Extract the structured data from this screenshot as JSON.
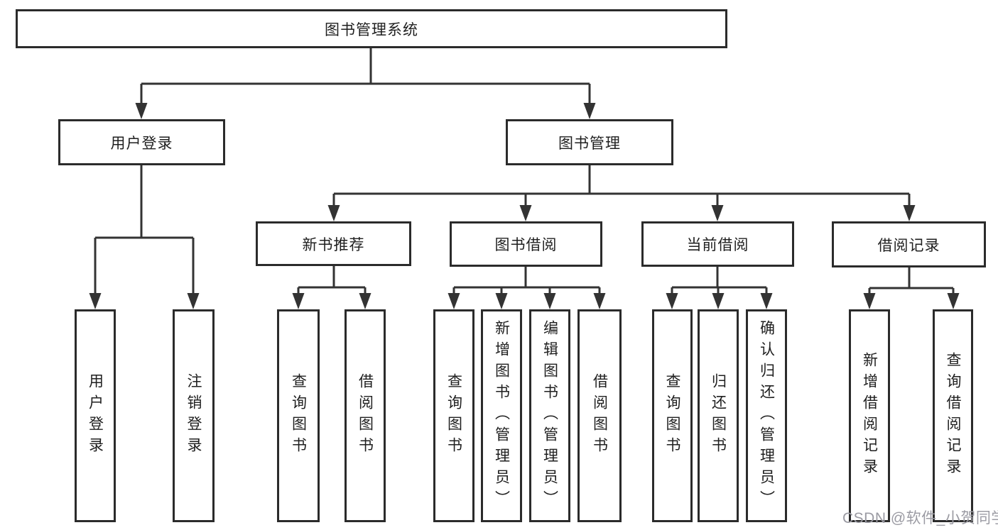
{
  "diagram": {
    "watermark": "CSDN @软件_小贺同学",
    "colors": {
      "line": "#333333",
      "box_border": "#2b2b2b",
      "text": "#1f1f1f",
      "background": "#ffffff",
      "watermark": "#9b9ba3"
    },
    "tree": {
      "label": "图书管理系统",
      "children": [
        {
          "label": "用户登录",
          "children": [
            {
              "label": "用户登录"
            },
            {
              "label": "注销登录"
            }
          ]
        },
        {
          "label": "图书管理",
          "children": [
            {
              "label": "新书推荐",
              "children": [
                {
                  "label": "查询图书"
                },
                {
                  "label": "借阅图书"
                }
              ]
            },
            {
              "label": "图书借阅",
              "children": [
                {
                  "label": "查询图书"
                },
                {
                  "label": "新增图书（管理员）"
                },
                {
                  "label": "编辑图书（管理员）"
                },
                {
                  "label": "借阅图书"
                }
              ]
            },
            {
              "label": "当前借阅",
              "children": [
                {
                  "label": "查询图书"
                },
                {
                  "label": "归还图书"
                },
                {
                  "label": "确认归还（管理员）"
                }
              ]
            },
            {
              "label": "借阅记录",
              "children": [
                {
                  "label": "新增借阅记录"
                },
                {
                  "label": "查询借阅记录"
                }
              ]
            }
          ]
        }
      ]
    }
  }
}
